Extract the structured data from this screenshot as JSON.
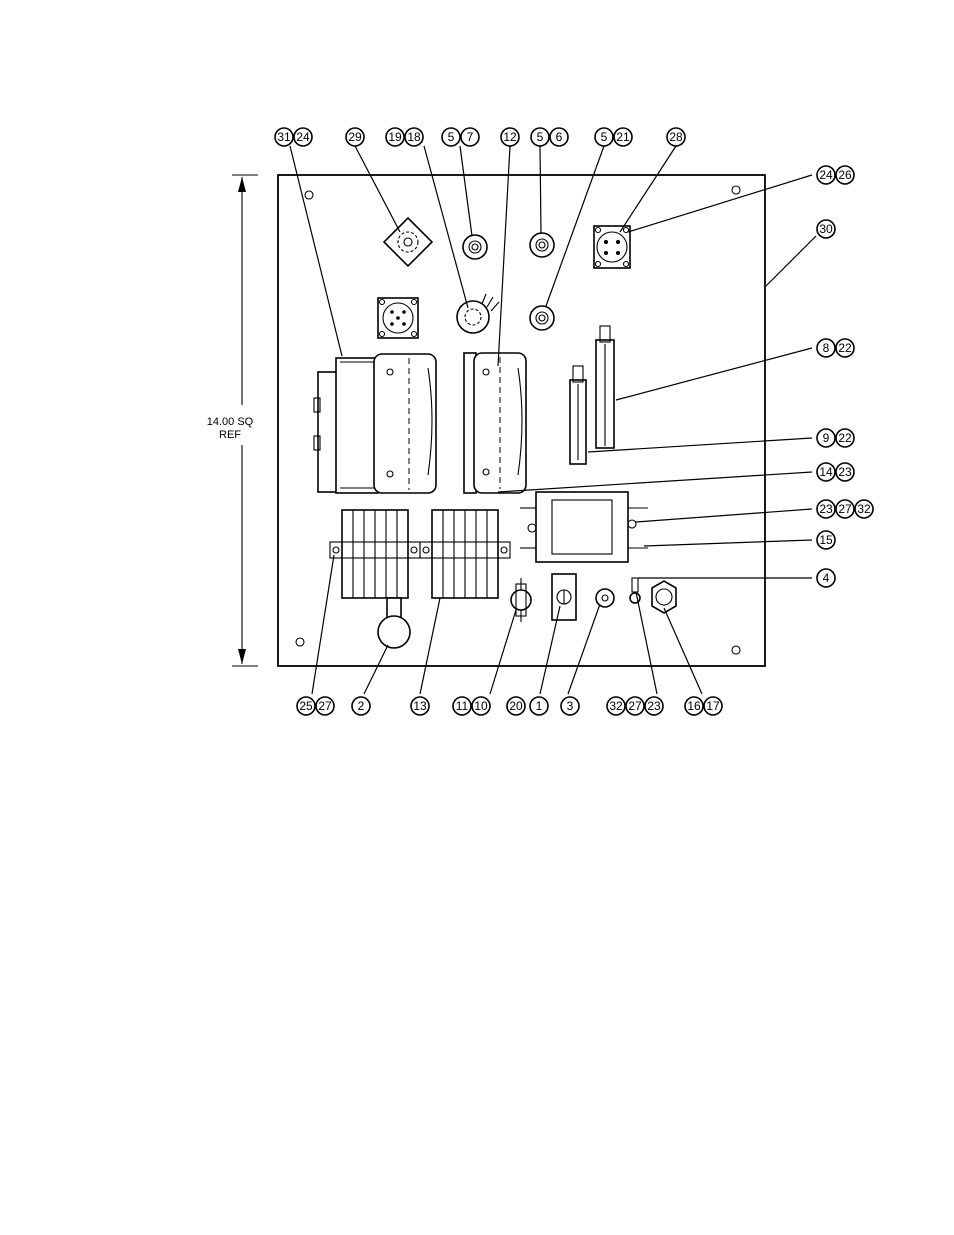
{
  "figure": {
    "dimension": {
      "line1": "14.00 SQ",
      "line2": "REF"
    },
    "callouts": [
      {
        "id": "c-31-24",
        "numbers": [
          "31",
          "24"
        ]
      },
      {
        "id": "c-29",
        "numbers": [
          "29"
        ]
      },
      {
        "id": "c-19-18",
        "numbers": [
          "19",
          "18"
        ]
      },
      {
        "id": "c-5-7",
        "numbers": [
          "5",
          "7"
        ]
      },
      {
        "id": "c-12",
        "numbers": [
          "12"
        ]
      },
      {
        "id": "c-5-6",
        "numbers": [
          "5",
          "6"
        ]
      },
      {
        "id": "c-5-21",
        "numbers": [
          "5",
          "21"
        ]
      },
      {
        "id": "c-28",
        "numbers": [
          "28"
        ]
      },
      {
        "id": "c-24-26",
        "numbers": [
          "24",
          "26"
        ]
      },
      {
        "id": "c-30",
        "numbers": [
          "30"
        ]
      },
      {
        "id": "c-8-22",
        "numbers": [
          "8",
          "22"
        ]
      },
      {
        "id": "c-9-22",
        "numbers": [
          "9",
          "22"
        ]
      },
      {
        "id": "c-14-23",
        "numbers": [
          "14",
          "23"
        ]
      },
      {
        "id": "c-23-27-32",
        "numbers": [
          "23",
          "27",
          "32"
        ]
      },
      {
        "id": "c-15",
        "numbers": [
          "15"
        ]
      },
      {
        "id": "c-4",
        "numbers": [
          "4"
        ]
      },
      {
        "id": "c-25-27",
        "numbers": [
          "25",
          "27"
        ]
      },
      {
        "id": "c-2",
        "numbers": [
          "2"
        ]
      },
      {
        "id": "c-13",
        "numbers": [
          "13"
        ]
      },
      {
        "id": "c-11-10",
        "numbers": [
          "11",
          "10"
        ]
      },
      {
        "id": "c-20-1",
        "numbers": [
          "20",
          "1"
        ]
      },
      {
        "id": "c-3",
        "numbers": [
          "3"
        ]
      },
      {
        "id": "c-32-27-23",
        "numbers": [
          "32",
          "27",
          "23"
        ]
      },
      {
        "id": "c-16-17",
        "numbers": [
          "16",
          "17"
        ]
      }
    ]
  }
}
